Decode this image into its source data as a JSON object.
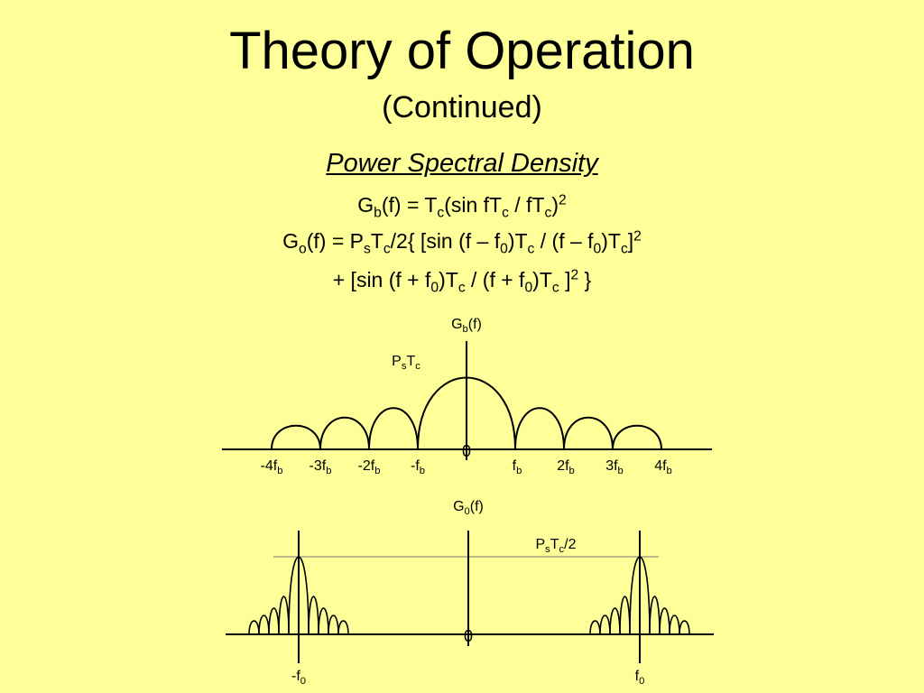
{
  "slide": {
    "title": "Theory of Operation",
    "subtitle": "(Continued)",
    "heading": "Power Spectral Density"
  },
  "equations": {
    "eq1": [
      {
        "t": "G"
      },
      {
        "t": "b",
        "s": "sub"
      },
      {
        "t": "(f) = T"
      },
      {
        "t": "c",
        "s": "sub"
      },
      {
        "t": "(sin fT"
      },
      {
        "t": "c",
        "s": "sub"
      },
      {
        "t": " / fT"
      },
      {
        "t": "c",
        "s": "sub"
      },
      {
        "t": ")"
      },
      {
        "t": "2",
        "s": "sup"
      }
    ],
    "eq2": [
      {
        "t": "G"
      },
      {
        "t": "o",
        "s": "sub"
      },
      {
        "t": "(f) = P"
      },
      {
        "t": "s",
        "s": "sub"
      },
      {
        "t": "T"
      },
      {
        "t": "c",
        "s": "sub"
      },
      {
        "t": "/2{ [sin (f – f"
      },
      {
        "t": "0",
        "s": "sub"
      },
      {
        "t": ")T"
      },
      {
        "t": "c",
        "s": "sub"
      },
      {
        "t": " / (f – f"
      },
      {
        "t": "0",
        "s": "sub"
      },
      {
        "t": ")T"
      },
      {
        "t": "c",
        "s": "sub"
      },
      {
        "t": "]"
      },
      {
        "t": "2",
        "s": "sup"
      }
    ],
    "eq3": [
      {
        "t": "+ [sin (f + f"
      },
      {
        "t": "0",
        "s": "sub"
      },
      {
        "t": ")T"
      },
      {
        "t": "c",
        "s": "sub"
      },
      {
        "t": " / (f + f"
      },
      {
        "t": "0",
        "s": "sub"
      },
      {
        "t": ")T"
      },
      {
        "t": "c",
        "s": "sub"
      },
      {
        "t": " ]"
      },
      {
        "t": "2",
        "s": "sup"
      },
      {
        "t": " }"
      }
    ]
  },
  "diagram_top": {
    "axis_label": [
      {
        "t": "G"
      },
      {
        "t": "b",
        "s": "sub"
      },
      {
        "t": "(f)"
      }
    ],
    "peak_label": [
      {
        "t": "P"
      },
      {
        "t": "s",
        "s": "sub"
      },
      {
        "t": "T"
      },
      {
        "t": "c",
        "s": "sub"
      }
    ],
    "origin_label": "0",
    "ticks": [
      [
        {
          "t": "-4f"
        },
        {
          "t": "b",
          "s": "sub"
        }
      ],
      [
        {
          "t": "-3f"
        },
        {
          "t": "b",
          "s": "sub"
        }
      ],
      [
        {
          "t": "-2f"
        },
        {
          "t": "b",
          "s": "sub"
        }
      ],
      [
        {
          "t": "-f"
        },
        {
          "t": "b",
          "s": "sub"
        }
      ],
      [
        {
          "t": "f"
        },
        {
          "t": "b",
          "s": "sub"
        }
      ],
      [
        {
          "t": "2f"
        },
        {
          "t": "b",
          "s": "sub"
        }
      ],
      [
        {
          "t": "3f"
        },
        {
          "t": "b",
          "s": "sub"
        }
      ],
      [
        {
          "t": "4f"
        },
        {
          "t": "b",
          "s": "sub"
        }
      ]
    ]
  },
  "diagram_bottom": {
    "axis_label": [
      {
        "t": "G"
      },
      {
        "t": "0",
        "s": "sub"
      },
      {
        "t": "(f)"
      }
    ],
    "peak_label": [
      {
        "t": "P"
      },
      {
        "t": "s",
        "s": "sub"
      },
      {
        "t": "T"
      },
      {
        "t": "c",
        "s": "sub"
      },
      {
        "t": "/2"
      }
    ],
    "origin_label": "0",
    "ticks": [
      [
        {
          "t": "-f"
        },
        {
          "t": "0",
          "s": "sub"
        }
      ],
      [
        {
          "t": "f"
        },
        {
          "t": "0",
          "s": "sub"
        }
      ]
    ]
  }
}
